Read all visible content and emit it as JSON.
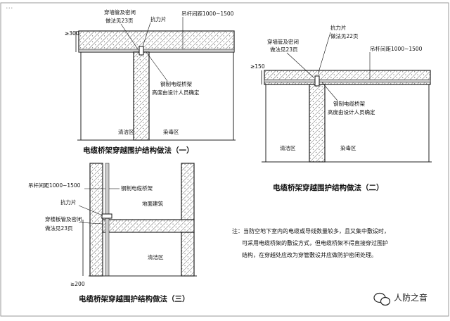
{
  "header_text": "...",
  "d1": {
    "dim": "≥300",
    "label_seal": "穿墙管及密闭",
    "label_ref": "做法见23页",
    "label_spacing": "吊杆间距1000~1500",
    "label_anti": "抗力片",
    "label_tray": "钢制电缆桥架",
    "label_height": "高度由设计人员确定",
    "zone_left": "清洁区",
    "zone_right": "染毒区",
    "caption": "电缆桥架穿越围护结构做法（一）"
  },
  "d2": {
    "dim": "≥150",
    "label_seal": "穿墙管及密闭",
    "label_ref_left": "做法见23页",
    "label_anti": "抗力片",
    "label_ref_right": "做法见22页",
    "label_spacing": "吊杆间距1000~1500",
    "label_tray": "钢制电缆桥架",
    "label_height": "高度由设计人员确定",
    "zone_left": "清洁区",
    "zone_right": "染毒区",
    "caption": "电缆桥架穿越围护结构做法（二）"
  },
  "d3": {
    "label_spacing": "吊杆间距1000~1500",
    "label_tray": "钢制电缆桥架",
    "label_ground": "地面建筑",
    "label_anti": "抗力片",
    "label_seal": "穿楼板管及密闭",
    "label_ref": "做法见23页",
    "zone": "清洁区",
    "dim": "≥200",
    "caption": "电缆桥架穿越围护结构做法（三）"
  },
  "note": {
    "line1": "注：当防空地下室内的电缆或导线数量较多，且又集中敷设时，",
    "line2": "可采用电缆桥架的敷设方式，但电缆桥架不得直接穿过围护",
    "line3": "结构，在穿越处应改为穿管敷设并应做防护密闭处理。"
  },
  "watermark": "人防之音"
}
